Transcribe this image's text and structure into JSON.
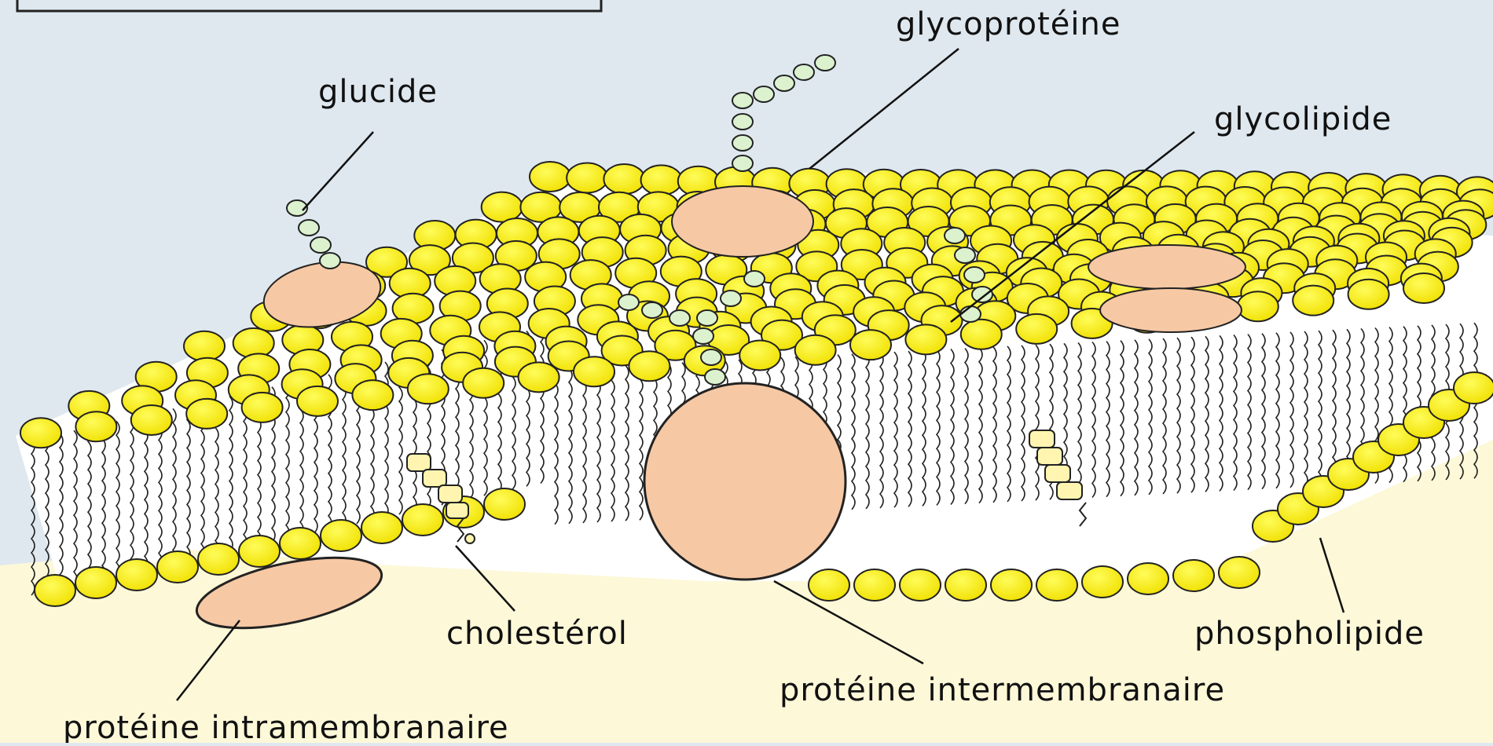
{
  "diagram": {
    "labels": {
      "glycoproteine": "glycoprotéine",
      "glucide": "glucide",
      "glycolipide": "glycolipide",
      "cholesterol": "cholestérol",
      "phospholipide": "phospholipide",
      "proteine_inter": "protéine intermembranaire",
      "proteine_intra": "protéine intramembranaire"
    }
  }
}
